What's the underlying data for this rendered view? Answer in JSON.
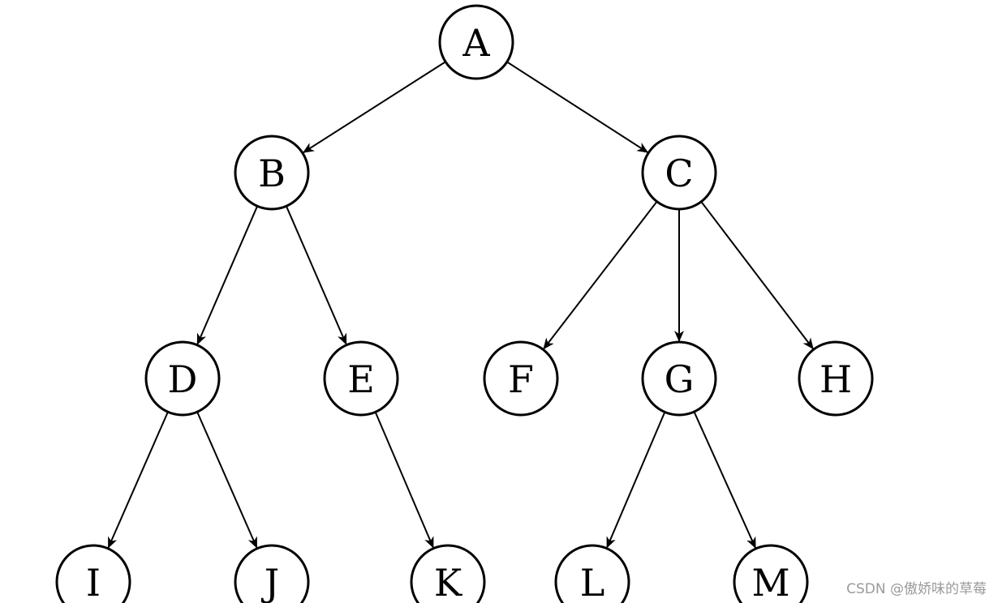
{
  "diagram": {
    "nodes": [
      {
        "id": "A",
        "label": "A"
      },
      {
        "id": "B",
        "label": "B"
      },
      {
        "id": "C",
        "label": "C"
      },
      {
        "id": "D",
        "label": "D"
      },
      {
        "id": "E",
        "label": "E"
      },
      {
        "id": "F",
        "label": "F"
      },
      {
        "id": "G",
        "label": "G"
      },
      {
        "id": "H",
        "label": "H"
      },
      {
        "id": "I",
        "label": "I"
      },
      {
        "id": "J",
        "label": "J"
      },
      {
        "id": "K",
        "label": "K"
      },
      {
        "id": "L",
        "label": "L"
      },
      {
        "id": "M",
        "label": "M"
      }
    ],
    "edges": [
      {
        "from": "A",
        "to": "B"
      },
      {
        "from": "A",
        "to": "C"
      },
      {
        "from": "B",
        "to": "D"
      },
      {
        "from": "B",
        "to": "E"
      },
      {
        "from": "C",
        "to": "F"
      },
      {
        "from": "C",
        "to": "G"
      },
      {
        "from": "C",
        "to": "H"
      },
      {
        "from": "D",
        "to": "I"
      },
      {
        "from": "D",
        "to": "J"
      },
      {
        "from": "E",
        "to": "K"
      },
      {
        "from": "G",
        "to": "L"
      },
      {
        "from": "G",
        "to": "M"
      }
    ]
  },
  "watermark": "CSDN @傲娇味的草莓"
}
